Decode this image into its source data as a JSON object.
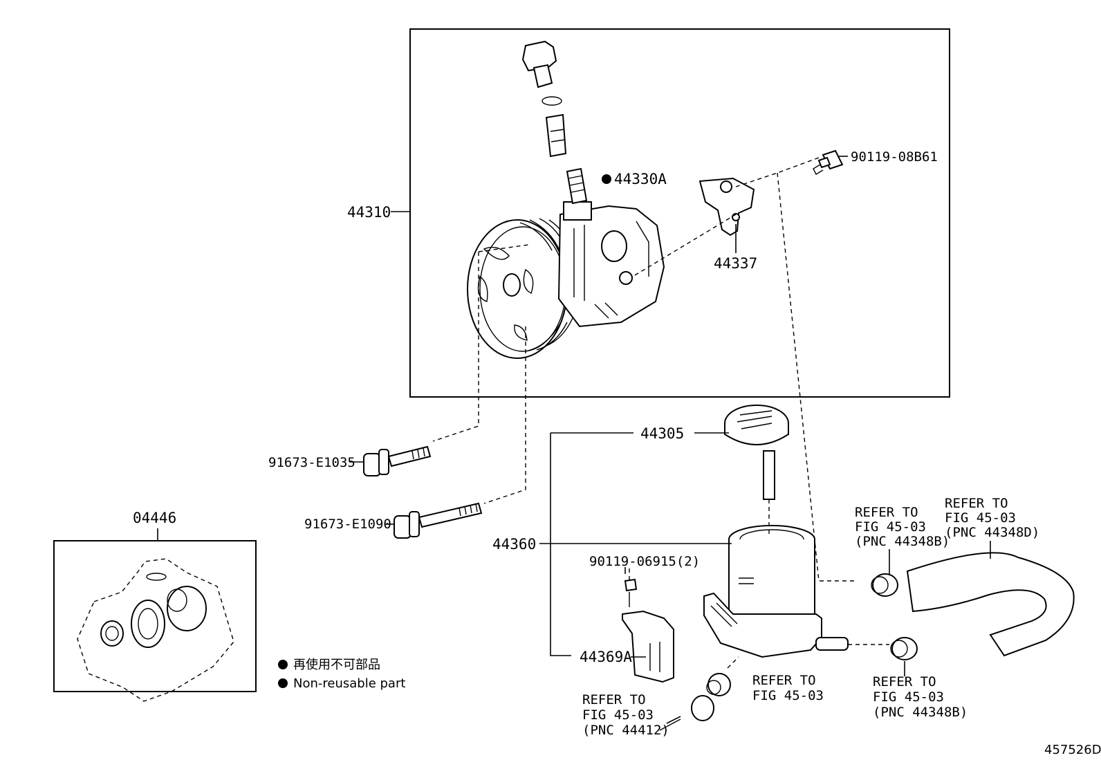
{
  "labels": {
    "pump_assy": "44310",
    "repair_kit": "44330A",
    "bolt_top": "90119-08B61",
    "bracket": "44337",
    "cap": "44305",
    "bolt_1035": "91673-E1035",
    "bolt_1090": "91673-E1090",
    "gasket_kit": "04446",
    "reservoir": "44360",
    "bolt_06915": "90119-06915(2)",
    "bracket_res": "44369A"
  },
  "refs": {
    "ref_44348B_top": [
      "REFER TO",
      "FIG 45-03",
      "(PNC 44348B)"
    ],
    "ref_44348D": [
      "REFER TO",
      "FIG 45-03",
      "(PNC 44348D)"
    ],
    "ref_mid": [
      "REFER TO",
      "FIG 45-03"
    ],
    "ref_44412": [
      "REFER TO",
      "FIG 45-03",
      "(PNC 44412)"
    ],
    "ref_44348B_bottom": [
      "REFER TO",
      "FIG 45-03",
      "(PNC 44348B)"
    ]
  },
  "legend": {
    "jp": "再使用不可部品",
    "en": "Non-reusable part"
  },
  "figure_id": "457526D"
}
